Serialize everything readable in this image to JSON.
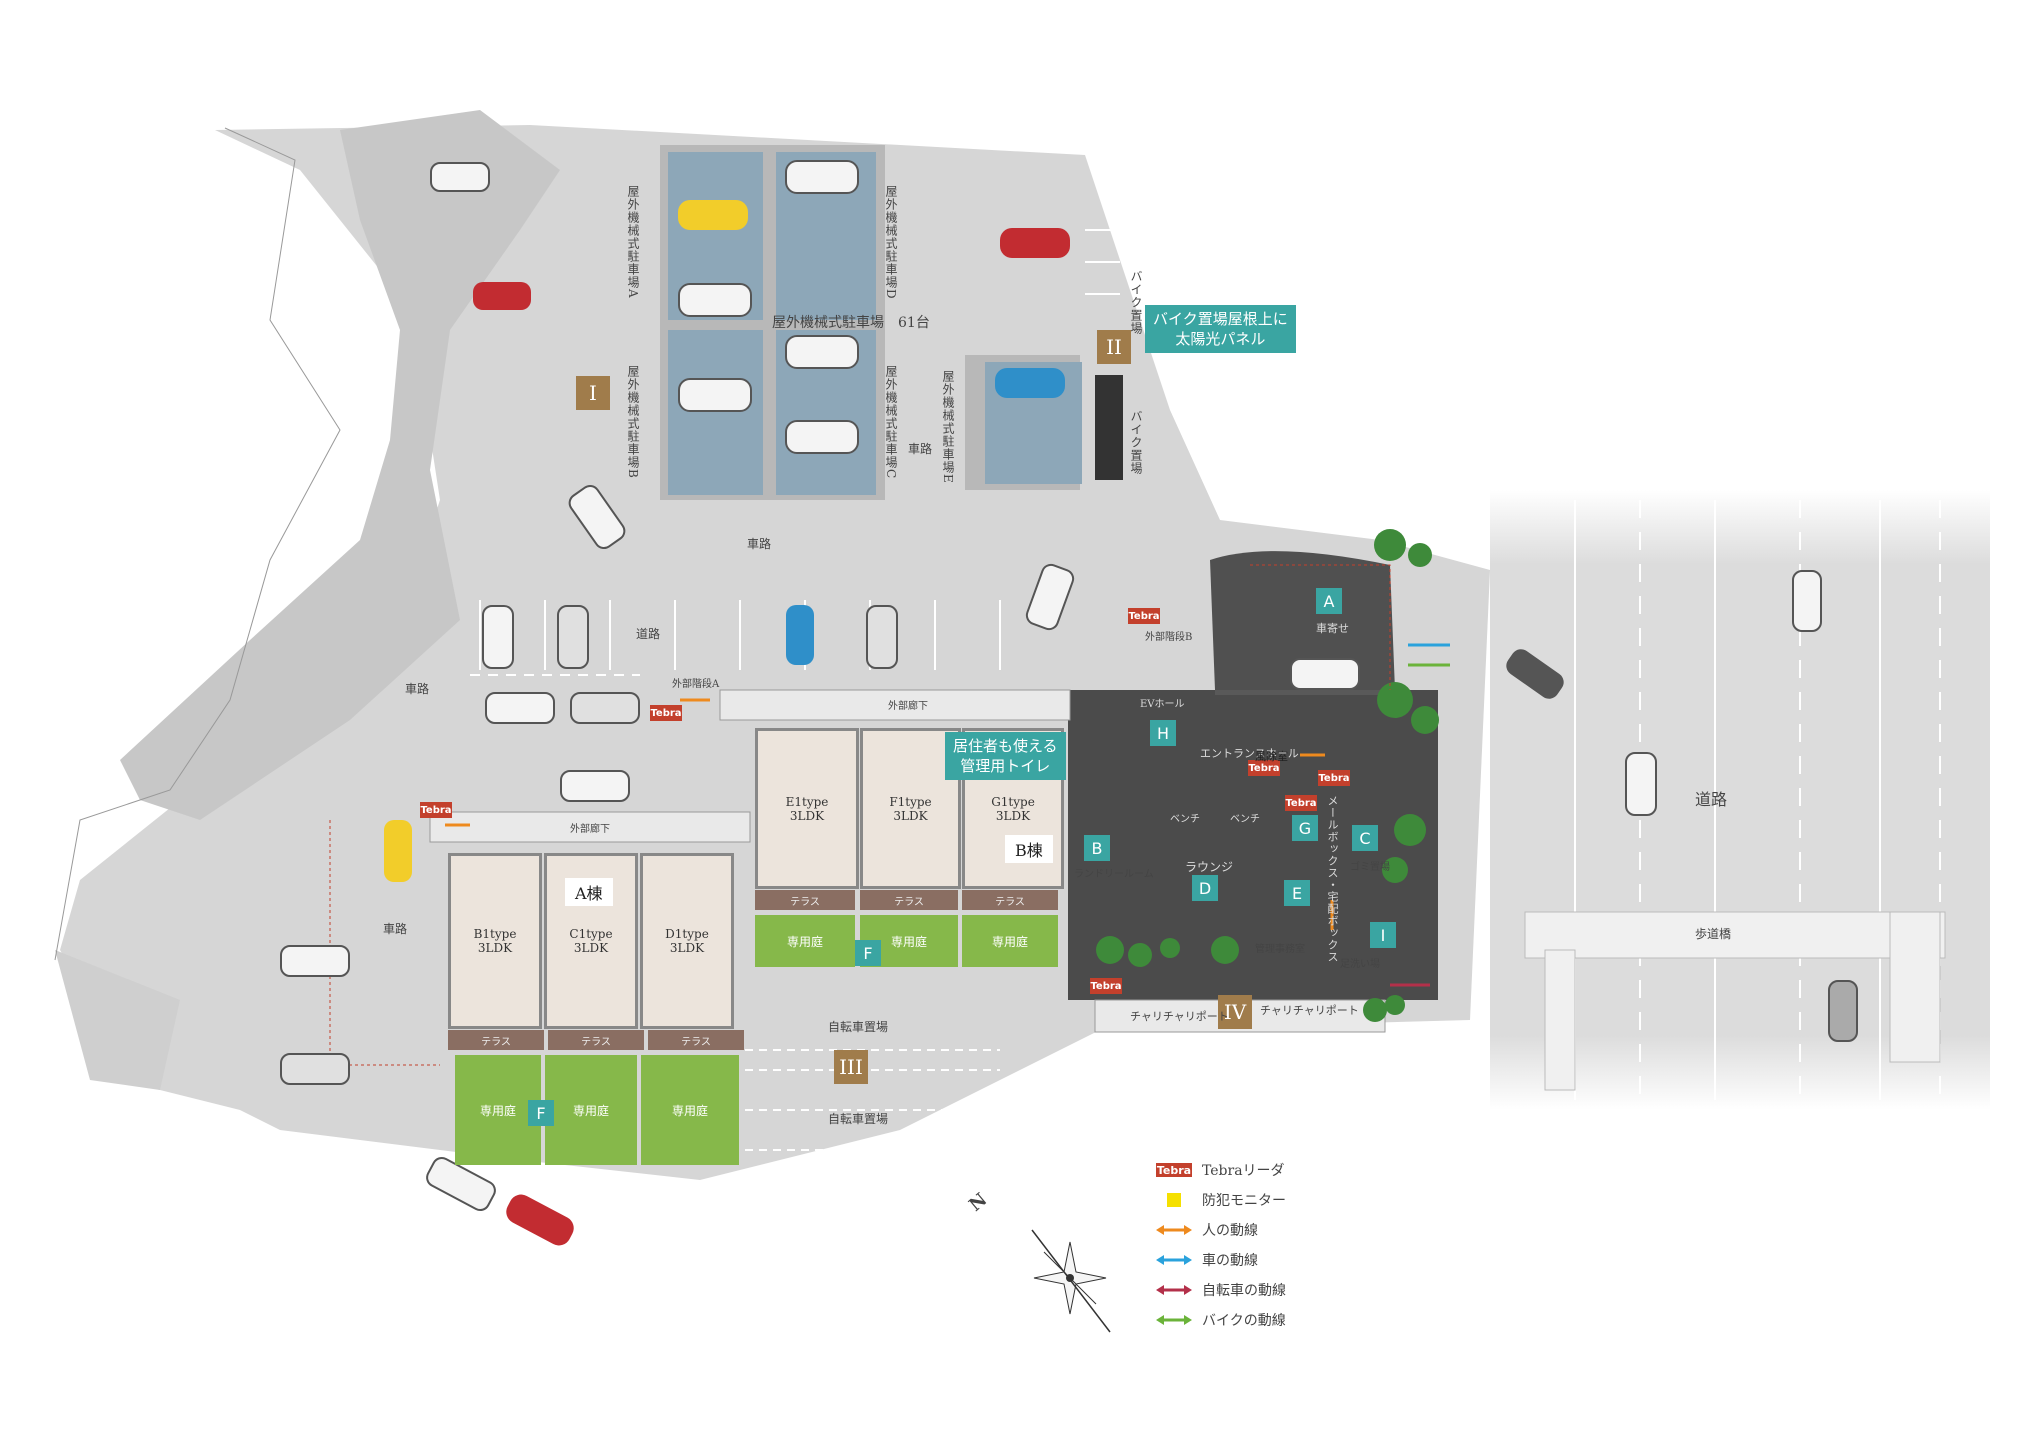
{
  "callout": {
    "solar_line1": "バイク置場屋根上に",
    "solar_line2": "太陽光パネル",
    "toilet_line1": "居住者も使える",
    "toilet_line2": "管理用トイレ"
  },
  "zones": {
    "I": "I",
    "II": "II",
    "III": "III",
    "IV": "IV"
  },
  "facilities": {
    "A": "A",
    "B": "B",
    "C": "C",
    "D": "D",
    "E": "E",
    "F": "F",
    "G": "G",
    "H": "H",
    "I": "I"
  },
  "parking": {
    "mech_total": "屋外機械式駐車場　61台",
    "mech_a": "屋外機械式駐車場A",
    "mech_b": "屋外機械式駐車場B",
    "mech_c": "屋外機械式駐車場C",
    "mech_d": "屋外機械式駐車場D",
    "mech_e": "屋外機械式駐車場E",
    "bike_1": "バイク置場",
    "bike_2": "バイク置場"
  },
  "roads": {
    "r1": "車路",
    "r2": "車路",
    "r3": "車路",
    "r4": "車路",
    "r5": "道路",
    "main": "道路",
    "walk_bridge": "歩道橋"
  },
  "corridors": {
    "a": "外部廊下",
    "b": "外部廊下",
    "stair_a": "外部階段A",
    "stair_b": "外部階段B"
  },
  "buildings": {
    "a": "A棟",
    "b": "B棟",
    "units": [
      {
        "type": "B1type",
        "plan": "3LDK"
      },
      {
        "type": "C1type",
        "plan": "3LDK"
      },
      {
        "type": "D1type",
        "plan": "3LDK"
      },
      {
        "type": "E1type",
        "plan": "3LDK"
      },
      {
        "type": "F1type",
        "plan": "3LDK"
      },
      {
        "type": "G1type",
        "plan": "3LDK"
      }
    ],
    "terrace": "テラス",
    "garden": "専用庭"
  },
  "rooms": {
    "ev_hall": "EVホール",
    "entrance_hall": "エントランスホール",
    "windbreak": "風除室",
    "laundry": "ランドリールーム",
    "lounge": "ラウンジ",
    "mailbox": "メールボックス・宅配ボックス",
    "garbage": "ゴミ置場",
    "manager": "管理事務室",
    "car_approach": "車寄せ",
    "bench": "ベンチ",
    "foot_wash": "足洗い場",
    "bicycle": "自転車置場",
    "chari_1": "チャリチャリポート",
    "chari_2": "チャリチャリポート"
  },
  "tebra": "Tebra",
  "legend": [
    {
      "label": "Tebraリーダ",
      "color": "#c3402c",
      "kind": "tebra"
    },
    {
      "label": "防犯モニター",
      "color": "#f5e000",
      "kind": "square"
    },
    {
      "label": "人の動線",
      "color": "#ee8a1e",
      "kind": "arrow"
    },
    {
      "label": "車の動線",
      "color": "#2aa2dc",
      "kind": "arrow"
    },
    {
      "label": "自転車の動線",
      "color": "#b3304a",
      "kind": "arrow"
    },
    {
      "label": "バイクの動線",
      "color": "#6bb33a",
      "kind": "arrow"
    }
  ],
  "compass": "N"
}
